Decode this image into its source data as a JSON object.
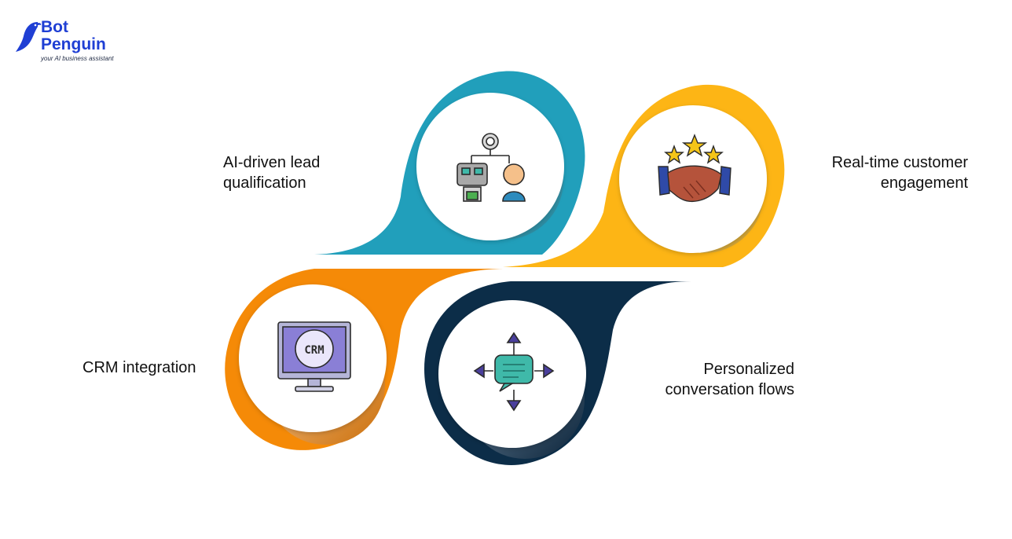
{
  "brand": {
    "line1": "Bot",
    "line2": "Penguin",
    "tagline": "your AI business assistant",
    "color": "#1f3fd4"
  },
  "steps": [
    {
      "label_line1": "AI-driven lead",
      "label_line2": "qualification",
      "color": "#219fbb",
      "icon": "robot-human-gear-icon"
    },
    {
      "label_line1": "Real-time customer",
      "label_line2": "engagement",
      "color": "#fdb515",
      "icon": "handshake-stars-icon"
    },
    {
      "label_line1": "CRM integration",
      "label_line2": "",
      "color": "#f58a07",
      "icon": "crm-monitor-icon"
    },
    {
      "label_line1": "Personalized",
      "label_line2": "conversation flows",
      "color": "#0c2d48",
      "icon": "chat-arrows-icon"
    }
  ]
}
